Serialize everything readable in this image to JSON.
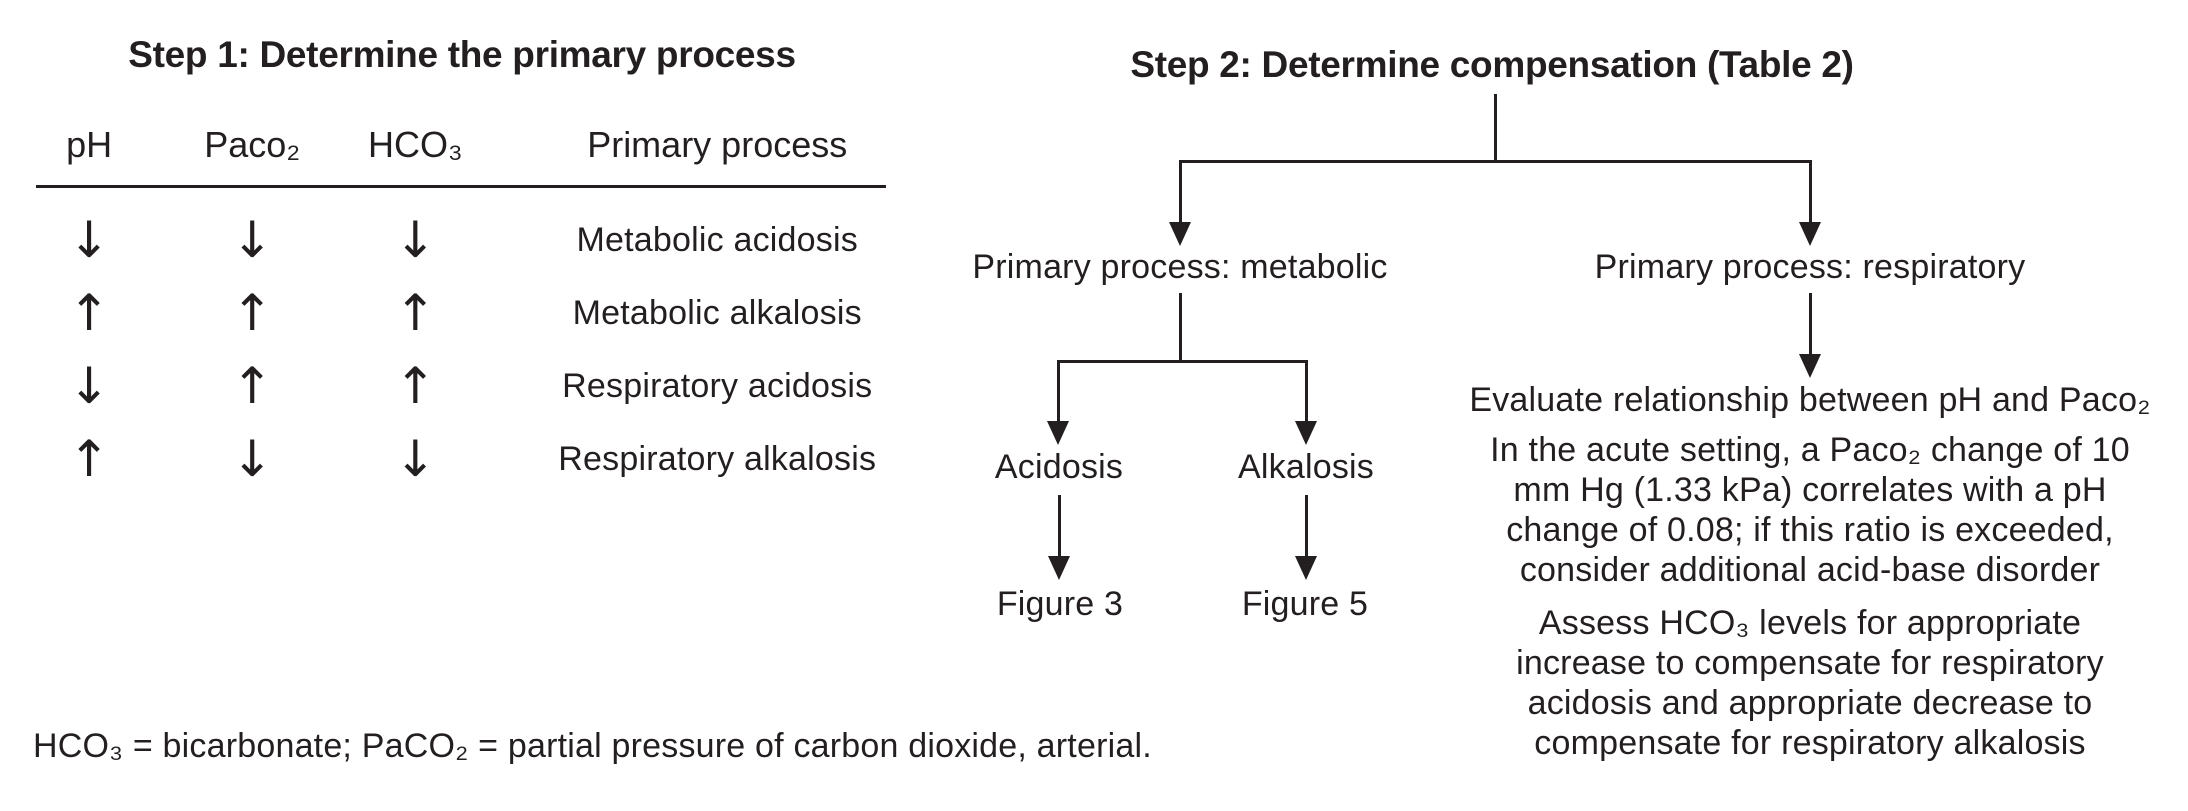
{
  "colors": {
    "ink": "#231f20",
    "paper": "#ffffff"
  },
  "step1": {
    "title": "Step 1: Determine the primary process",
    "table": {
      "col_ph": "pH",
      "col_paco2": "Paco₂",
      "col_hco3": "HCO₃",
      "col_process": "Primary process",
      "rows": [
        {
          "ph": "↓",
          "paco2": "↓",
          "hco3": "↓",
          "process": "Metabolic acidosis"
        },
        {
          "ph": "↑",
          "paco2": "↑",
          "hco3": "↑",
          "process": "Metabolic alkalosis"
        },
        {
          "ph": "↓",
          "paco2": "↑",
          "hco3": "↑",
          "process": "Respiratory acidosis"
        },
        {
          "ph": "↑",
          "paco2": "↓",
          "hco3": "↓",
          "process": "Respiratory alkalosis"
        }
      ]
    },
    "footnote": "HCO₃ = bicarbonate; PaCO₂ = partial pressure of carbon dioxide, arterial."
  },
  "step2": {
    "title": "Step 2: Determine compensation (Table 2)",
    "metabolic": {
      "label": "Primary process: metabolic",
      "acidosis_label": "Acidosis",
      "acidosis_target": "Figure 3",
      "alkalosis_label": "Alkalosis",
      "alkalosis_target": "Figure 5"
    },
    "respiratory": {
      "label": "Primary process: respiratory",
      "evaluate": "Evaluate relationship between pH and Paco₂",
      "acute_note": "In the acute setting, a Paco₂ change of 10 mm Hg (1.33 kPa) correlates with a pH change of 0.08; if this ratio is exceeded, consider additional acid-base disorder",
      "assess_note": "Assess HCO₃ levels for appropriate increase to compensate for respiratory acidosis and appropriate decrease to compensate for respiratory alkalosis"
    }
  }
}
